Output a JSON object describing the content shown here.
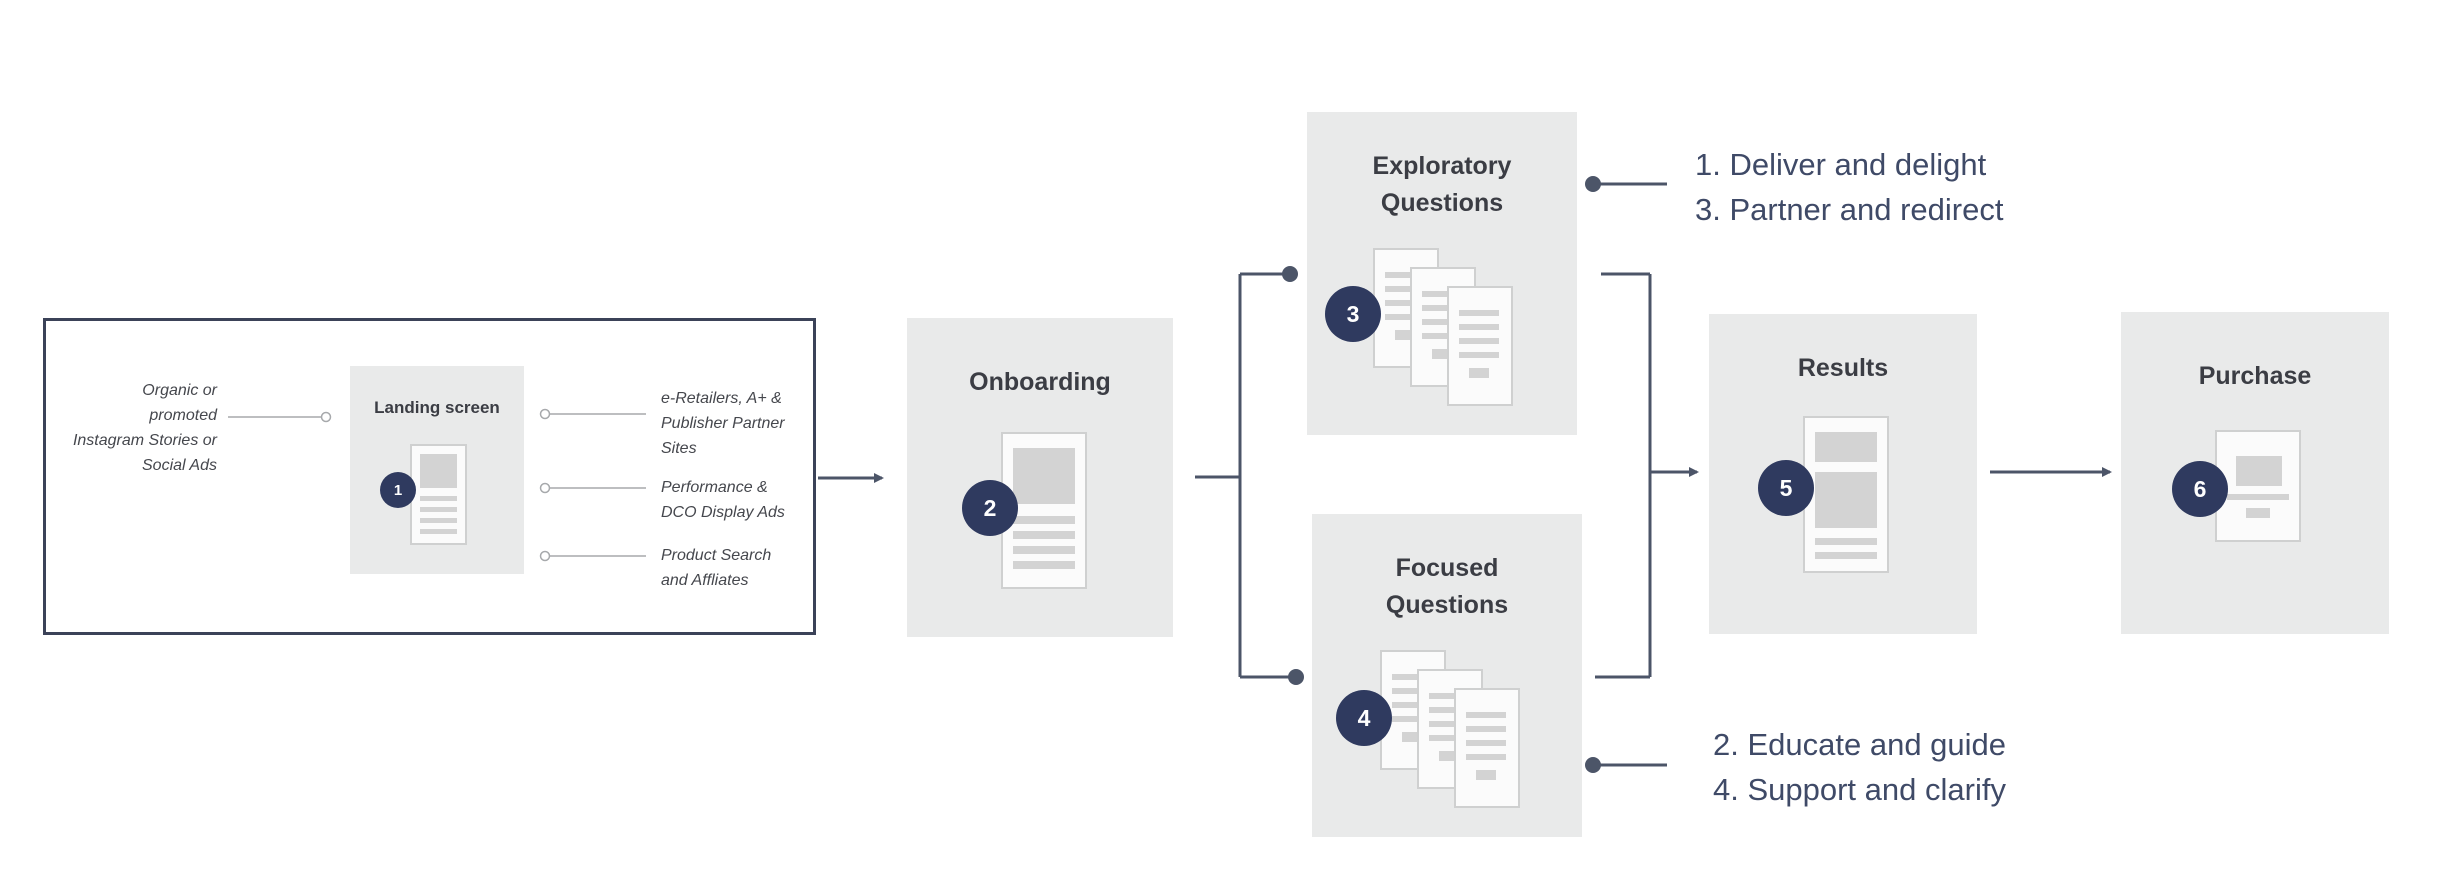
{
  "landing": {
    "title": "Landing screen",
    "badge": "1",
    "source_left": [
      "Organic or",
      "promoted",
      "Instagram Stories or",
      "Social Ads"
    ],
    "sources_right": [
      [
        "e-Retailers, A+ &",
        "Publisher Partner",
        "Sites"
      ],
      [
        "Performance &",
        "DCO Display Ads"
      ],
      [
        "Product Search",
        "and Affliates"
      ]
    ]
  },
  "stages": {
    "onboarding": {
      "title": "Onboarding",
      "badge": "2"
    },
    "exploratory": {
      "title_lines": [
        "Exploratory",
        "Questions"
      ],
      "badge": "3"
    },
    "focused": {
      "title_lines": [
        "Focused",
        "Questions"
      ],
      "badge": "4"
    },
    "results": {
      "title": "Results",
      "badge": "5"
    },
    "purchase": {
      "title": "Purchase",
      "badge": "6"
    }
  },
  "goals": {
    "top": [
      "1. Deliver and delight",
      "3. Partner and redirect"
    ],
    "bottom": [
      "2. Educate and guide",
      "4. Support and clarify"
    ]
  },
  "colors": {
    "badge": "#2f3a5f",
    "connector": "#4c5568",
    "panel": "#e9eaea",
    "goal_text": "#3f4a67"
  }
}
